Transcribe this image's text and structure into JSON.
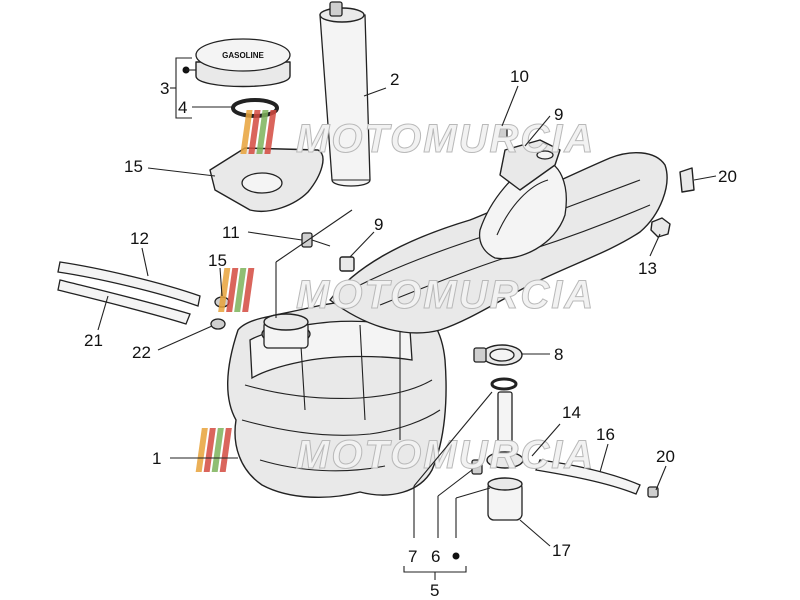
{
  "callouts": {
    "n1": "1",
    "n2": "2",
    "n3": "3",
    "n4": "4",
    "n5": "5",
    "n6": "6",
    "n7": "7",
    "n8": "8",
    "n9a": "9",
    "n9b": "9",
    "n10": "10",
    "n11": "11",
    "n12": "12",
    "n13": "13",
    "n14": "14",
    "n15a": "15",
    "n15b": "15",
    "n16": "16",
    "n17": "17",
    "n20a": "20",
    "n20b": "20",
    "n21": "21",
    "n22": "22"
  },
  "cap_label": "GASOLINE",
  "watermark": {
    "text": "MOTOMURCIA",
    "stripe_colors": [
      "#e8a23a",
      "#d44a3f",
      "#7cb35a",
      "#d44a3f"
    ]
  }
}
